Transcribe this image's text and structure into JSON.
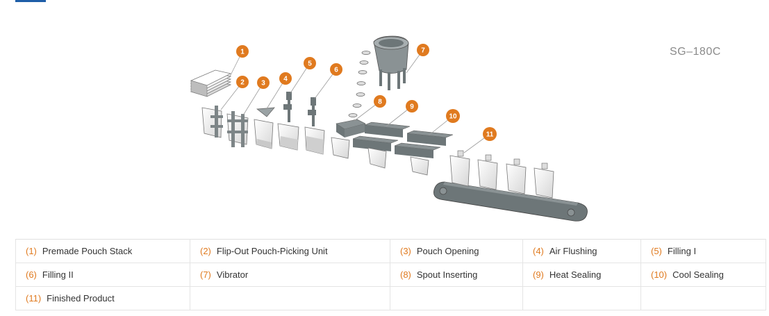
{
  "model": "SG–180C",
  "colors": {
    "accent": "#1f5ea8",
    "callout": "#e07a1f",
    "machine_dark": "#6d7678",
    "machine_mid": "#8a9294",
    "pouch_fill": "#cfcfcf"
  },
  "callouts": [
    "1",
    "2",
    "3",
    "4",
    "5",
    "6",
    "7",
    "8",
    "9",
    "10",
    "11"
  ],
  "legend": {
    "rows": [
      [
        {
          "num": "(1)",
          "label": "Premade Pouch Stack"
        },
        {
          "num": "(2)",
          "label": "Flip-Out Pouch-Picking Unit"
        },
        {
          "num": "(3)",
          "label": "Pouch Opening"
        },
        {
          "num": "(4)",
          "label": "Air Flushing"
        },
        {
          "num": "(5)",
          "label": "Filling I"
        }
      ],
      [
        {
          "num": "(6)",
          "label": "Filling II"
        },
        {
          "num": "(7)",
          "label": "Vibrator"
        },
        {
          "num": "(8)",
          "label": "Spout Inserting"
        },
        {
          "num": "(9)",
          "label": "Heat Sealing"
        },
        {
          "num": "(10)",
          "label": "Cool Sealing"
        }
      ],
      [
        {
          "num": "(11)",
          "label": "Finished Product"
        },
        {
          "num": "",
          "label": ""
        },
        {
          "num": "",
          "label": ""
        },
        {
          "num": "",
          "label": ""
        },
        {
          "num": "",
          "label": ""
        }
      ]
    ]
  }
}
